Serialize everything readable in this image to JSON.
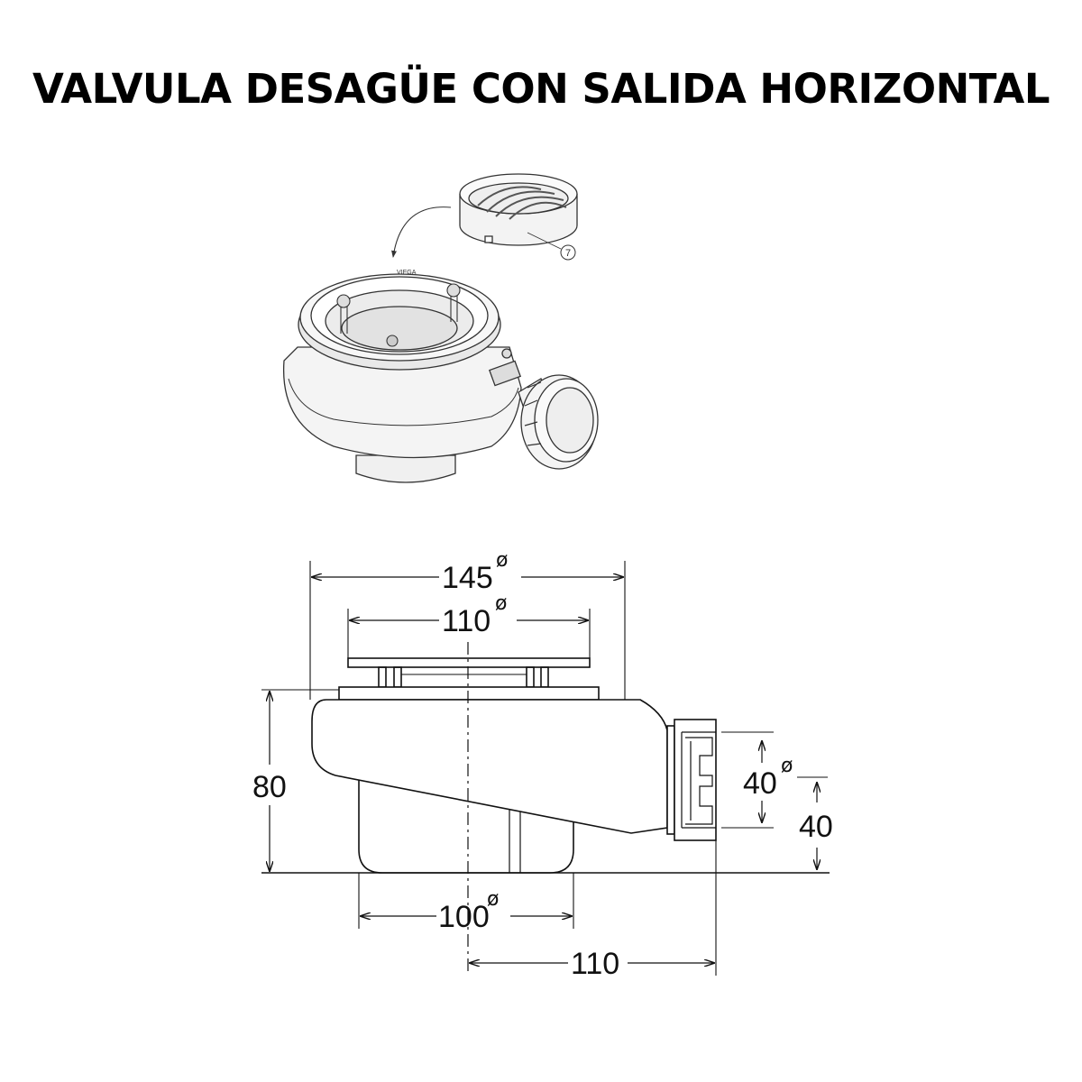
{
  "title": "VALVULA DESAGÜE CON SALIDA HORIZONTAL",
  "iso_view": {
    "callout": "7",
    "brand_mark": "VIEGA"
  },
  "dimensions": {
    "diameter_symbol": "ø",
    "top_outer": "145",
    "top_inner": "110",
    "bottom_bowl": "100",
    "outlet_offset": "110",
    "total_height": "80",
    "outlet_diameter": "40",
    "outlet_height": "40"
  }
}
